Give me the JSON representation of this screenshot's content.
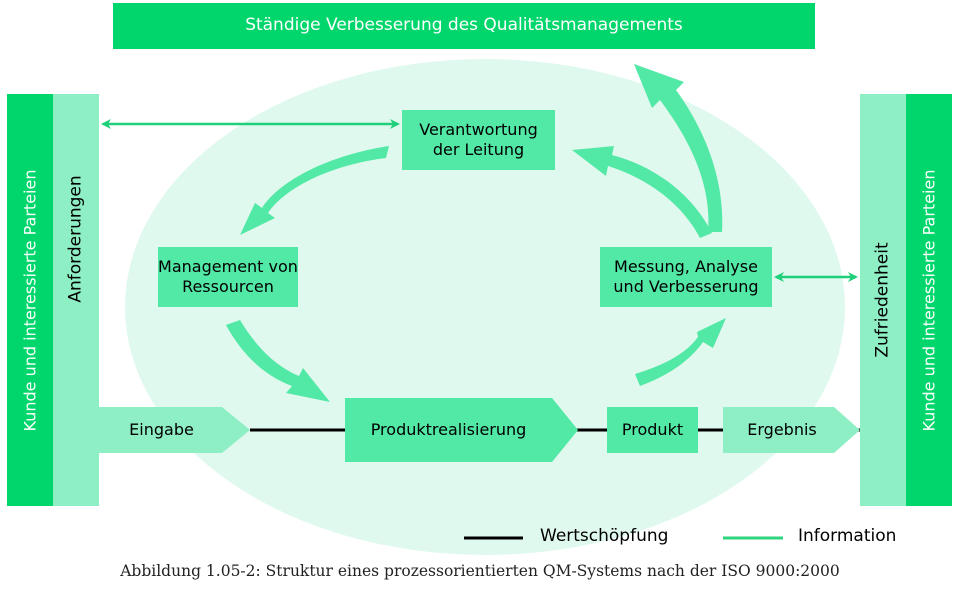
{
  "colors": {
    "banner": "#00d66b",
    "side_dark": "#00d66b",
    "side_light": "#8eefc4",
    "ellipse": "#e0f9ee",
    "box": "#52e8a6",
    "flow_light": "#8eefc4",
    "info_arrow": "#1fd07a",
    "value_line": "#000000"
  },
  "banner": {
    "label": "Ständige Verbesserung des Qualitätsmanagements"
  },
  "left_side": {
    "outer_label": "Kunde und interessierte Parteien",
    "inner_label": "Anforderungen"
  },
  "right_side": {
    "outer_label": "Kunde und interessierte Parteien",
    "inner_label": "Zufriedenheit"
  },
  "process": {
    "responsibility": {
      "line1": "Verantwortung",
      "line2": "der Leitung"
    },
    "resources": {
      "line1": "Management von",
      "line2": "Ressourcen"
    },
    "measurement": {
      "line1": "Messung, Analyse",
      "line2": "und Verbesserung"
    },
    "realization": "Produktrealisierung",
    "product": "Produkt"
  },
  "flow": {
    "input": "Eingabe",
    "output": "Ergebnis"
  },
  "legend": {
    "items": [
      {
        "label": "Wertschöpfung",
        "line": "black"
      },
      {
        "label": "Information",
        "line": "green"
      }
    ]
  },
  "caption": "Abbildung 1.05-2: Struktur eines prozessorientierten QM-Systems nach der ISO 9000:2000"
}
